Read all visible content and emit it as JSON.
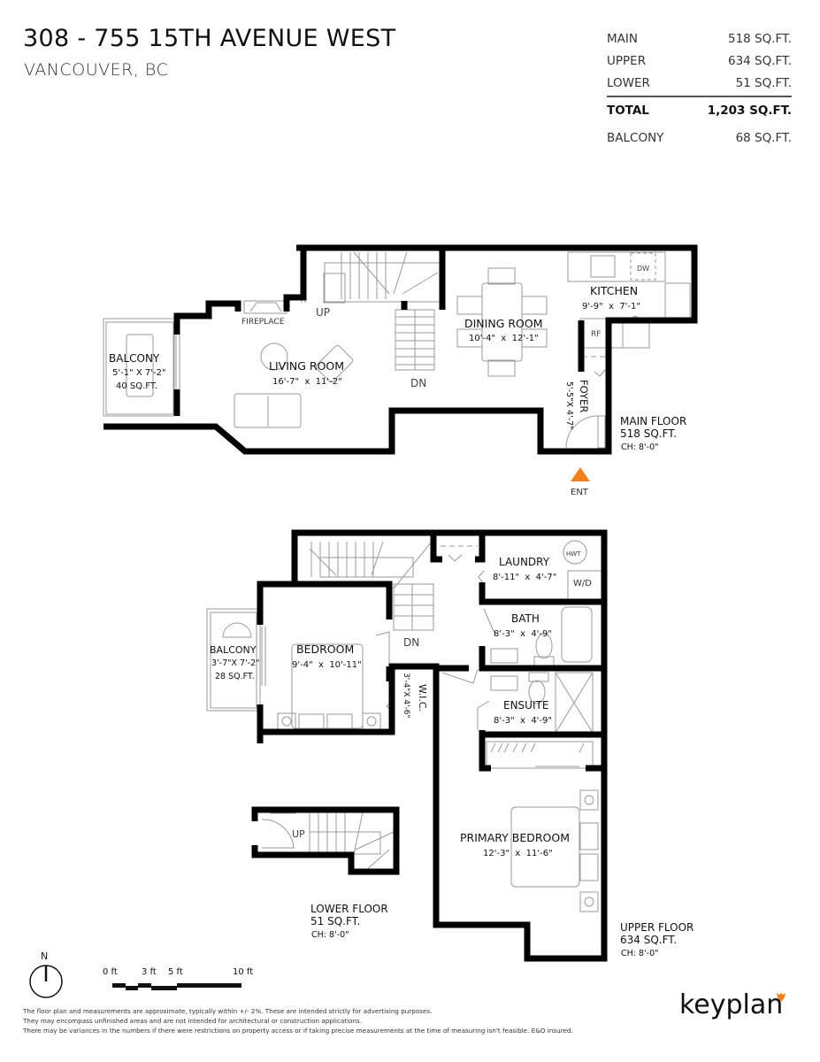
{
  "header": {
    "address": "308 - 755 15TH AVENUE WEST",
    "city": "VANCOUVER, BC"
  },
  "area_summary": {
    "rows": [
      {
        "label": "MAIN",
        "value": "518 SQ.FT."
      },
      {
        "label": "UPPER",
        "value": "634 SQ.FT."
      },
      {
        "label": "LOWER",
        "value": "51 SQ.FT."
      }
    ],
    "total": {
      "label": "TOTAL",
      "value": "1,203 SQ.FT."
    },
    "balcony": {
      "label": "BALCONY",
      "value": "68 SQ.FT."
    }
  },
  "main_floor": {
    "label": "MAIN FLOOR",
    "area": "518 SQ.FT.",
    "ceiling": "CH: 8'-0\"",
    "rooms": {
      "balcony": {
        "name": "BALCONY",
        "dims": "5'-1\" X 7'-2\"",
        "area": "40 SQ.FT."
      },
      "living": {
        "name": "LIVING ROOM",
        "dims": "16'-7\"  x  11'-2\""
      },
      "dining": {
        "name": "DINING ROOM",
        "dims": "10'-4\"  x  12'-1\""
      },
      "kitchen": {
        "name": "KITCHEN",
        "dims": "9'-9\"  x  7'-1\""
      },
      "foyer": {
        "name": "FOYER",
        "dims": "5'-5\"X 4'-7\""
      }
    },
    "labels": {
      "fireplace": "FIREPLACE",
      "up": "UP",
      "dn": "DN",
      "dw": "DW",
      "rf": "RF",
      "entrance": "ENT"
    }
  },
  "upper_floor": {
    "label": "UPPER FLOOR",
    "area": "634 SQ.FT.",
    "ceiling": "CH: 8'-0\"",
    "rooms": {
      "balcony": {
        "name": "BALCONY",
        "dims": "3'-7\"X 7'-2\"",
        "area": "28 SQ.FT."
      },
      "bedroom": {
        "name": "BEDROOM",
        "dims": "9'-4\"  x  10'-11\""
      },
      "wic": {
        "name": "W.I.C.",
        "dims": "3'-4\"X 4'-6\""
      },
      "laundry": {
        "name": "LAUNDRY",
        "dims": "8'-11\"  x  4'-7\""
      },
      "bath": {
        "name": "BATH",
        "dims": "8'-3\"  x  4'-9\""
      },
      "ensuite": {
        "name": "ENSUITE",
        "dims": "8'-3\"  x  4'-9\""
      },
      "primary": {
        "name": "PRIMARY BEDROOM",
        "dims": "12'-3\"  x  11'-6\""
      }
    },
    "labels": {
      "dn": "DN",
      "hwt": "HWT",
      "wd": "W/D"
    }
  },
  "lower_floor": {
    "label": "LOWER FLOOR",
    "area": "51 SQ.FT.",
    "ceiling": "CH: 8'-0\"",
    "labels": {
      "up": "UP"
    }
  },
  "legend": {
    "north": "N",
    "scale_ticks": [
      "0 ft",
      "3 ft",
      "5 ft",
      "10 ft"
    ]
  },
  "disclaimer": [
    "The floor plan and measurements are approximate, typically within +/- 2%. These are intended strictly for advertising purposes.",
    "They may encompass unfinished areas and are not intended for architectural or construction applications.",
    "There may be variances in the numbers if there were restrictions on property access or if taking precise measurements at the time of measuring isn't feasible. E&O insured."
  ],
  "brand": {
    "name": "keyplan",
    "accent": "#f0801f"
  },
  "colors": {
    "wall": "#000000",
    "fixture": "#9a9a9a",
    "entrance_marker": "#f0801f"
  }
}
